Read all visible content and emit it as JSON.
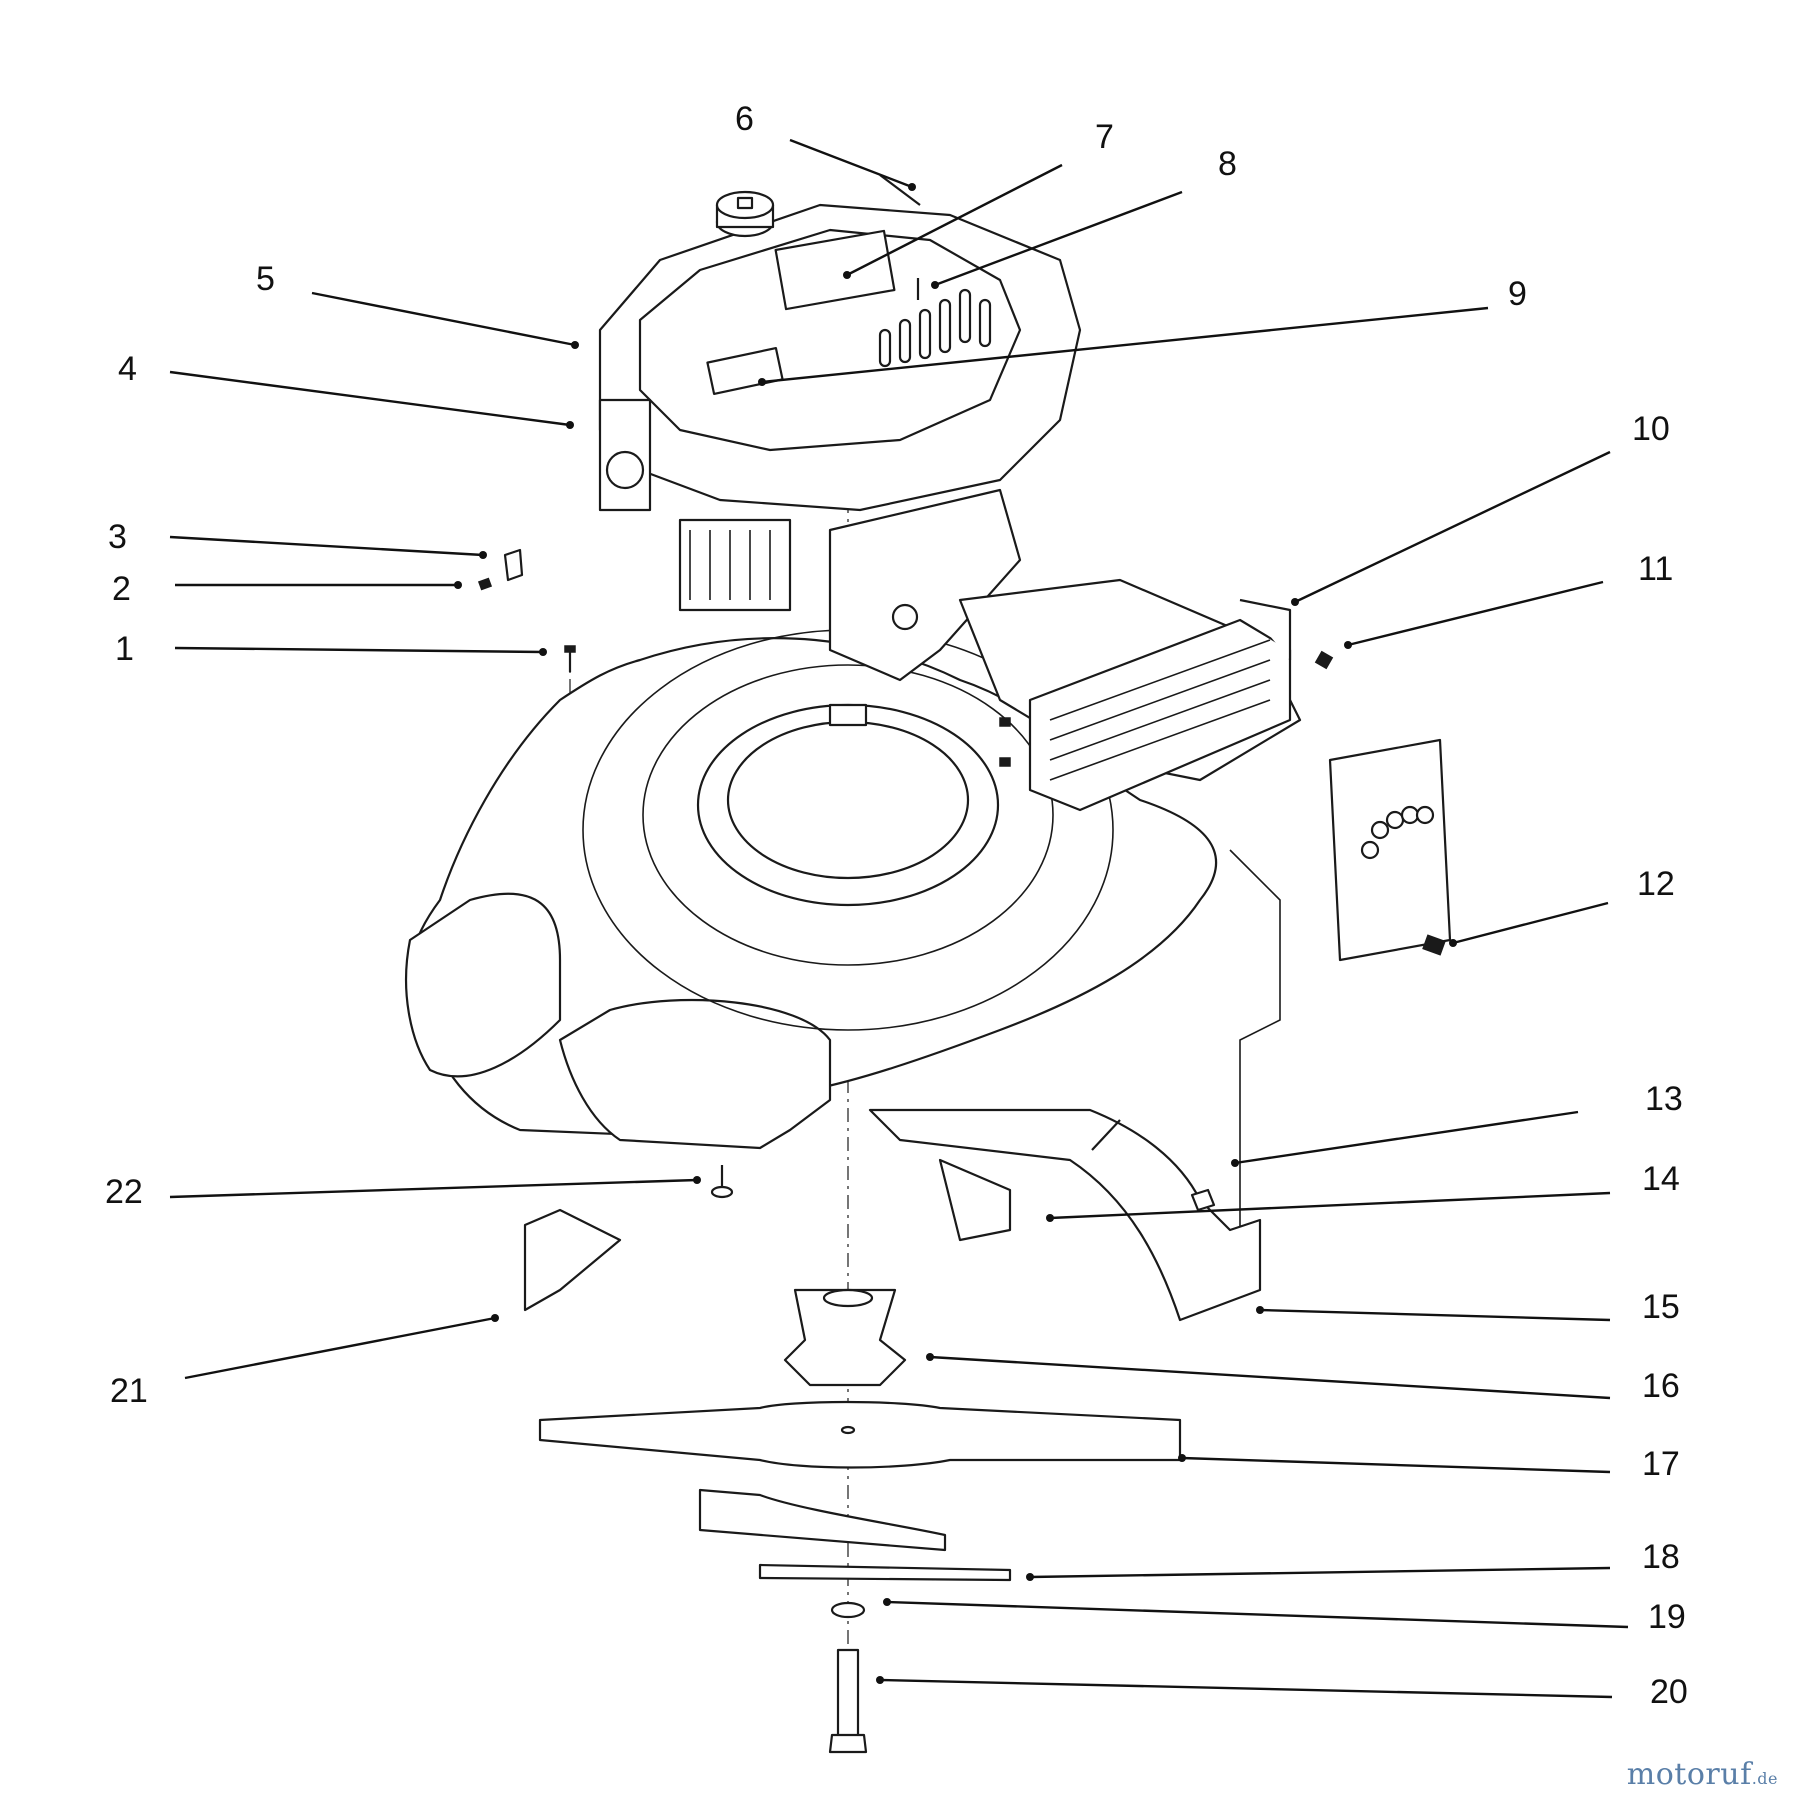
{
  "callouts": [
    {
      "id": "1",
      "label": "1"
    },
    {
      "id": "2",
      "label": "2"
    },
    {
      "id": "3",
      "label": "3"
    },
    {
      "id": "4",
      "label": "4"
    },
    {
      "id": "5",
      "label": "5"
    },
    {
      "id": "6",
      "label": "6"
    },
    {
      "id": "7",
      "label": "7"
    },
    {
      "id": "8",
      "label": "8"
    },
    {
      "id": "9",
      "label": "9"
    },
    {
      "id": "10",
      "label": "10"
    },
    {
      "id": "11",
      "label": "11"
    },
    {
      "id": "12",
      "label": "12"
    },
    {
      "id": "13",
      "label": "13"
    },
    {
      "id": "14",
      "label": "14"
    },
    {
      "id": "15",
      "label": "15"
    },
    {
      "id": "16",
      "label": "16"
    },
    {
      "id": "17",
      "label": "17"
    },
    {
      "id": "18",
      "label": "18"
    },
    {
      "id": "19",
      "label": "19"
    },
    {
      "id": "20",
      "label": "20"
    },
    {
      "id": "21",
      "label": "21"
    },
    {
      "id": "22",
      "label": "22"
    }
  ],
  "watermark": {
    "main": "motoruf",
    "suffix": ".de"
  },
  "colors": {
    "ink": "#111111",
    "watermark": "#5a7fa8"
  }
}
